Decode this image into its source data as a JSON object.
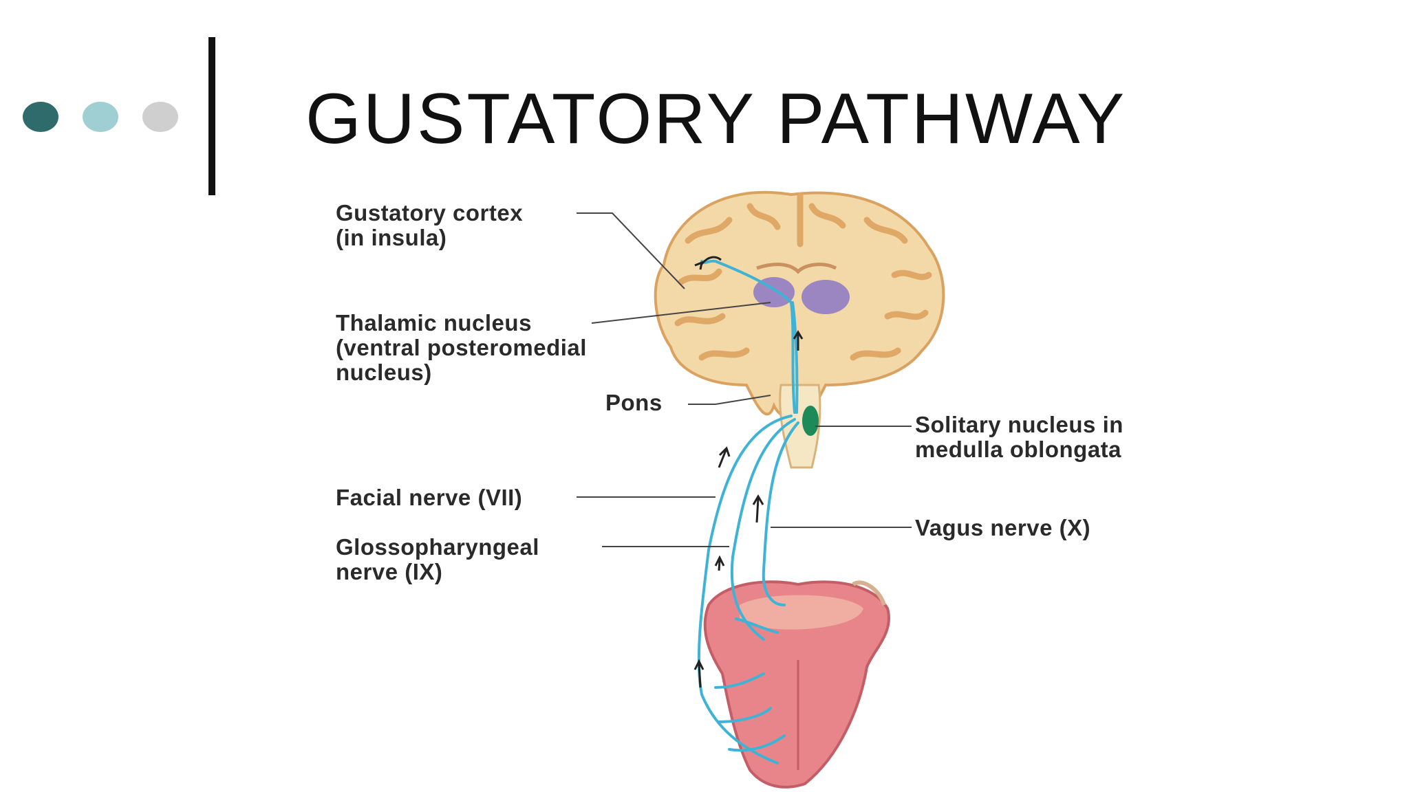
{
  "slide": {
    "title": "GUSTATORY PATHWAY",
    "bullet_dots": [
      {
        "color": "#2f6b6b"
      },
      {
        "color": "#9fcfd2"
      },
      {
        "color": "#cfcfcf"
      }
    ],
    "divider_color": "#111111"
  },
  "diagram": {
    "labels": {
      "gustatory_cortex": [
        "Gustatory cortex",
        "(in insula)"
      ],
      "thalamic_nucleus": [
        "Thalamic nucleus",
        "(ventral posteromedial",
        "nucleus)"
      ],
      "pons": "Pons",
      "solitary_nucleus": [
        "Solitary nucleus in",
        "medulla oblongata"
      ],
      "facial_nerve": "Facial nerve (VII)",
      "glossopharyngeal_nerve": [
        "Glossopharyngeal",
        "nerve (IX)"
      ],
      "vagus_nerve": "Vagus nerve (X)"
    },
    "colors": {
      "nerve": "#3fb3d6",
      "brain": "#f3d8a8",
      "gyri": "#e0a866",
      "thalamus": "#8b78c6",
      "solitary_nucleus": "#1d8a5a",
      "tongue": "#e8858a",
      "leader_line": "#444444"
    },
    "icons": [
      "brain-coronal-section",
      "tongue",
      "direction-arrow"
    ]
  }
}
